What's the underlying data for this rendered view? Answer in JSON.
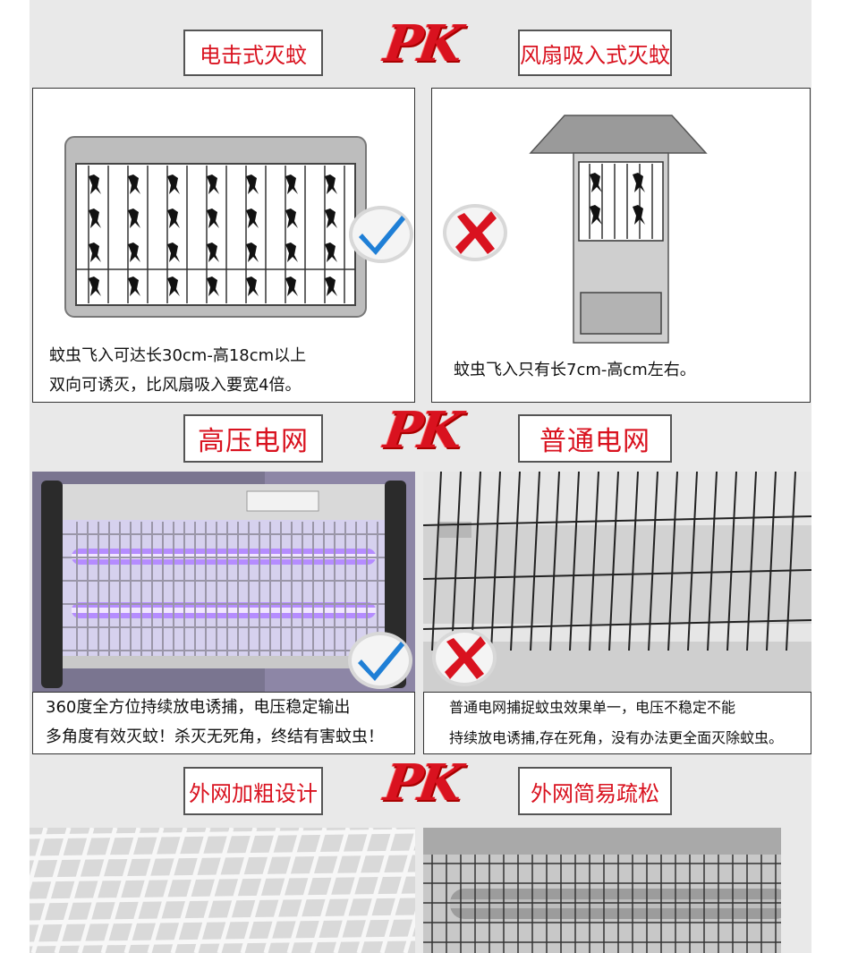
{
  "sections": [
    {
      "left_label": "电击式灭蚊",
      "right_label": "风扇吸入式灭蚊",
      "pk": "PK",
      "left_caption": [
        "蚊虫飞入可达长30cm-高18cm以上",
        "双向可诱灭，比风扇吸入要宽4倍。"
      ],
      "right_caption": [
        "蚊虫飞入只有长7cm-高cm左右。"
      ]
    },
    {
      "left_label": "高压电网",
      "right_label": "普通电网",
      "pk": "PK",
      "left_caption": [
        "360度全方位持续放电诱捕，电压稳定输出",
        "多角度有效灭蚊！杀灭无死角，终结有害蚊虫！"
      ],
      "right_caption": [
        "普通电网捕捉蚊虫效果单一，电压不稳定不能",
        "持续放电诱捕,存在死角，没有办法更全面灭除蚊虫。"
      ]
    },
    {
      "left_label": "外网加粗设计",
      "right_label": "外网简易疏松",
      "pk": "PK"
    }
  ],
  "icons": {
    "check": "check-mark-icon",
    "cross": "cross-mark-icon",
    "mosquito": "mosquito-icon"
  },
  "colors": {
    "accent_red": "#d9121f",
    "check_blue": "#1f7fd6",
    "uv_purple": "#8a5cd9"
  }
}
